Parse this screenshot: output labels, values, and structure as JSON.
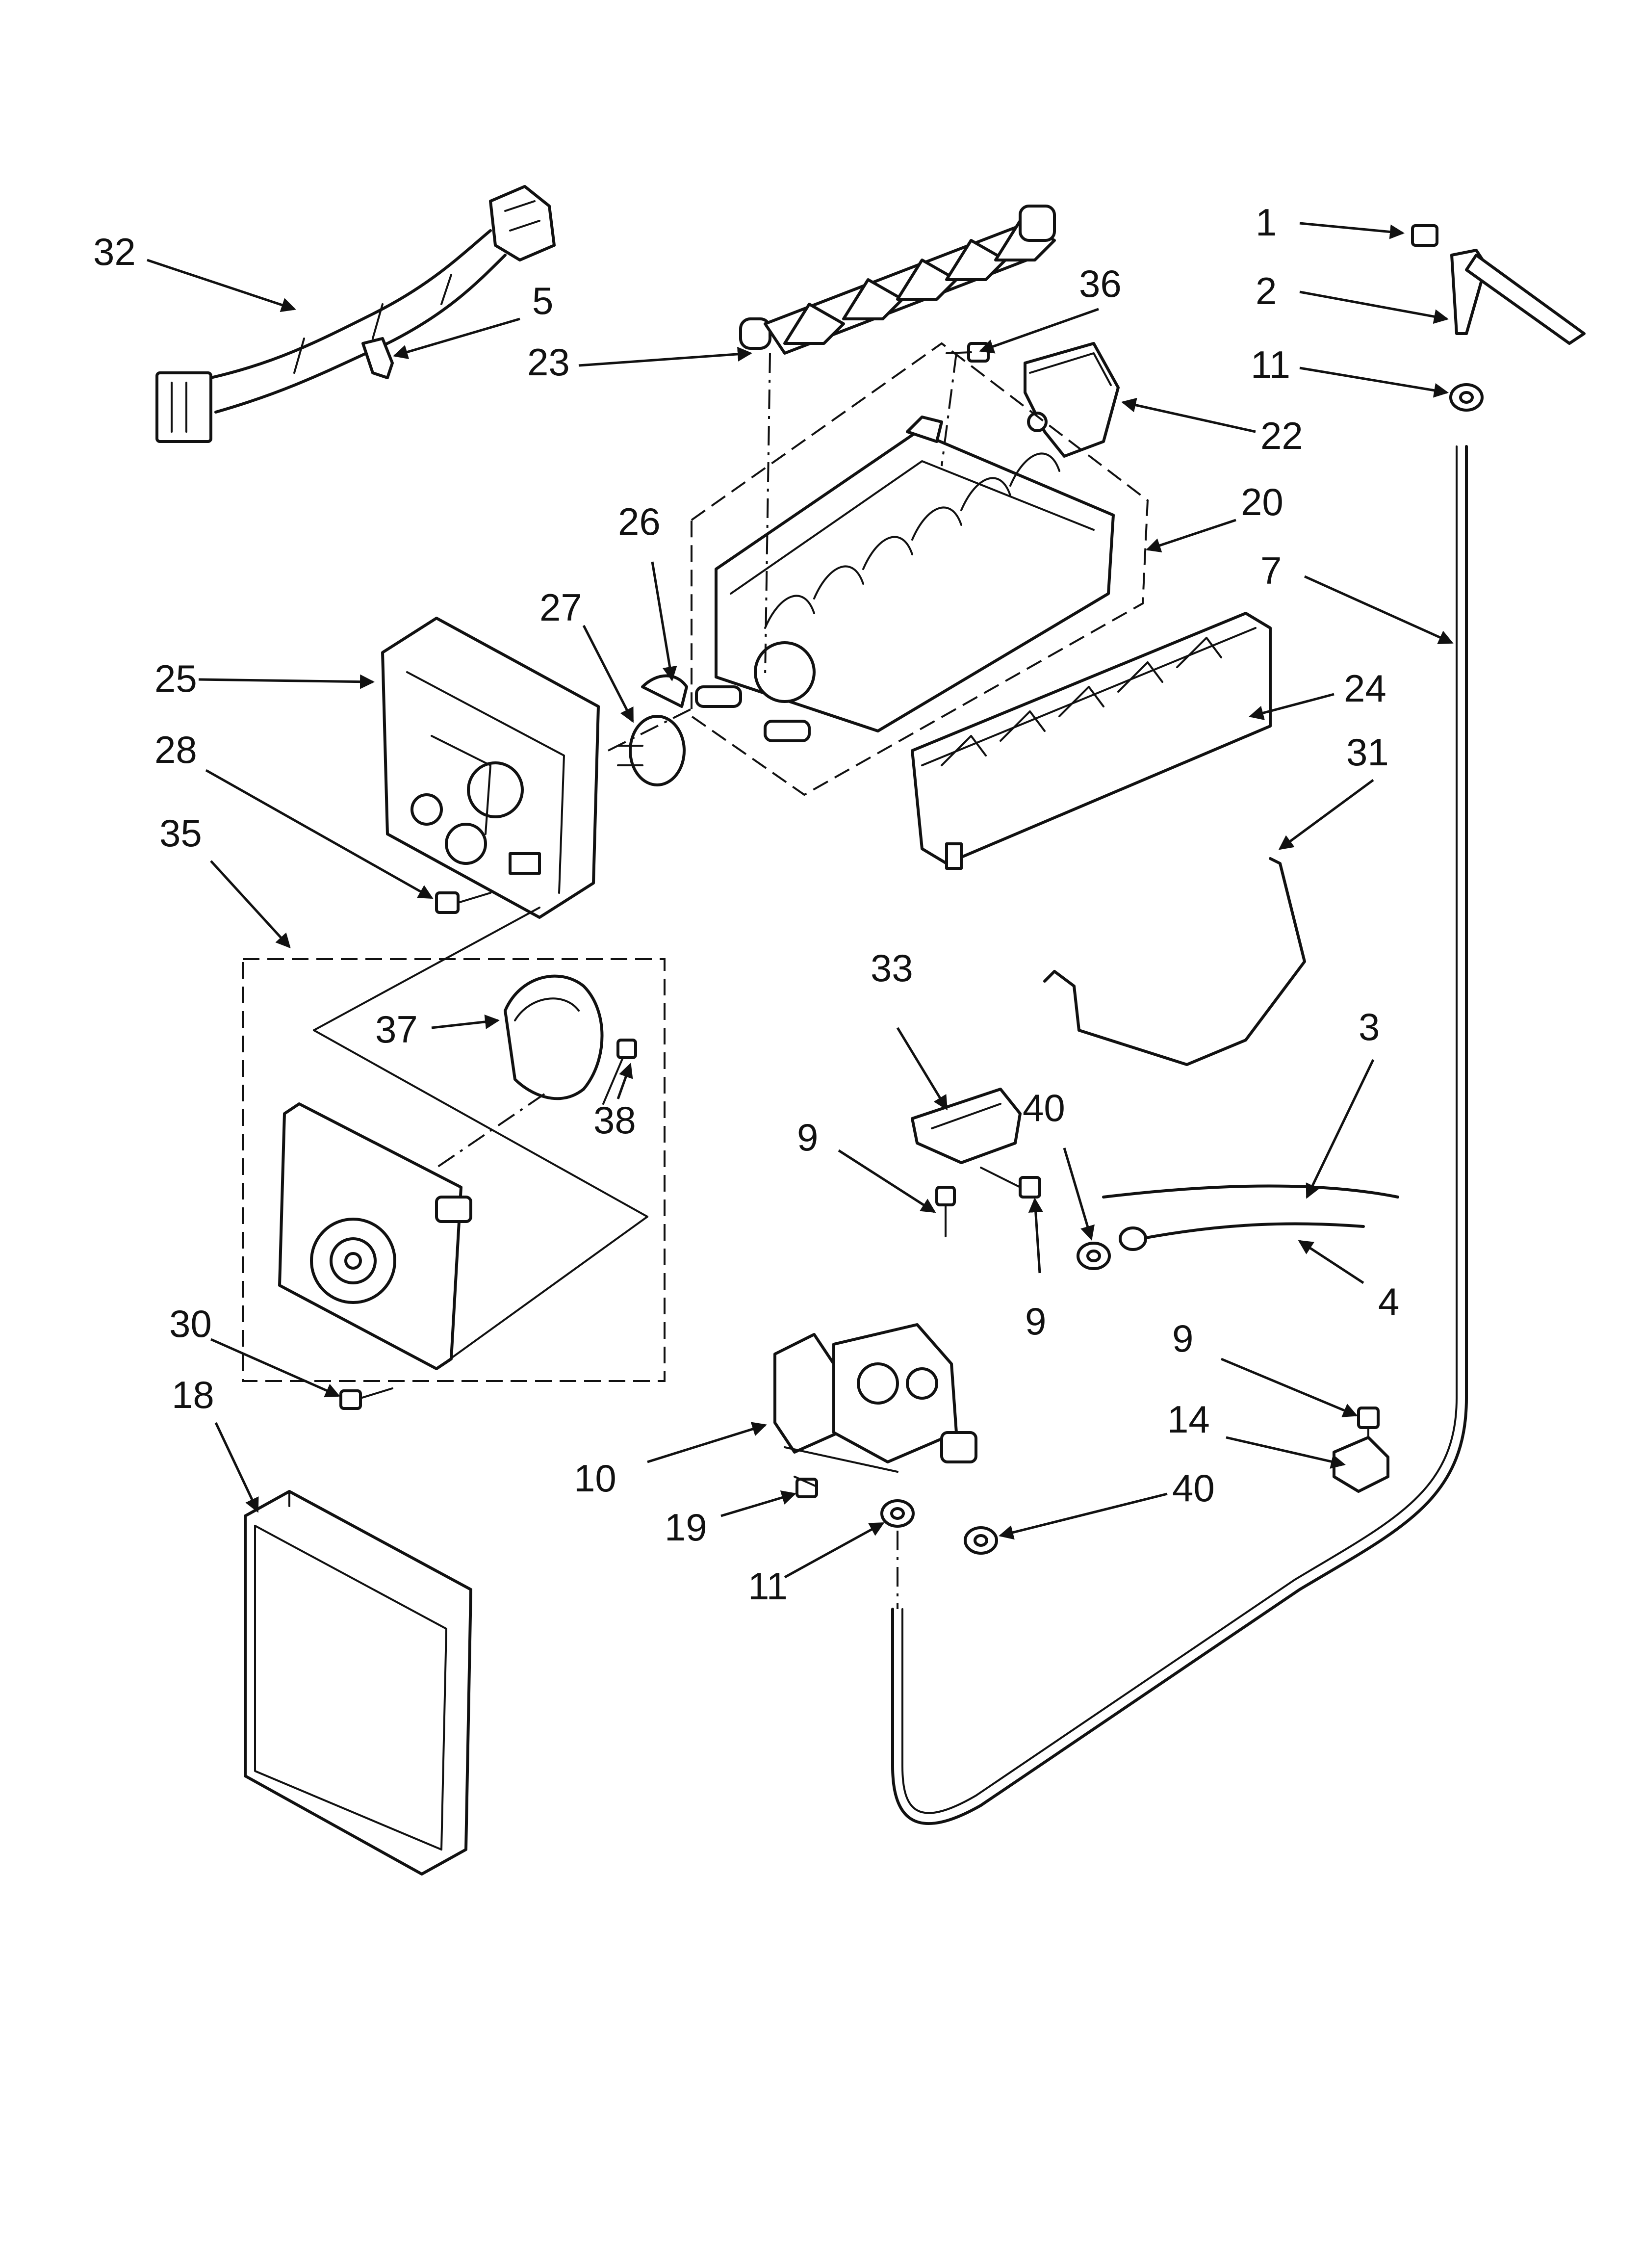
{
  "diagram": {
    "callouts": [
      "1",
      "2",
      "3",
      "4",
      "5",
      "7",
      "9",
      "10",
      "11",
      "14",
      "18",
      "19",
      "20",
      "22",
      "23",
      "24",
      "25",
      "26",
      "27",
      "28",
      "30",
      "31",
      "32",
      "33",
      "35",
      "36",
      "37",
      "38",
      "40"
    ]
  }
}
